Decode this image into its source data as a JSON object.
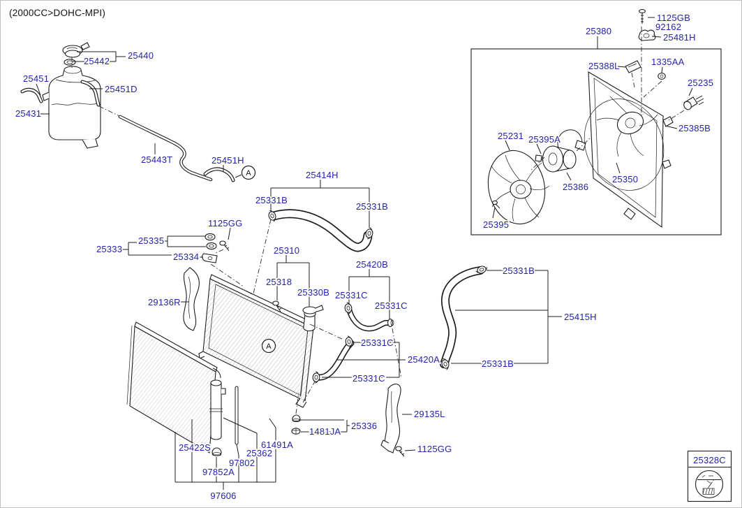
{
  "title": "(2000CC>DOHC-MPI)",
  "marker": "A",
  "colors": {
    "label_blue": "#2424aa",
    "line_black": "#1c1c1c",
    "frame_gray": "#c0c0c0"
  },
  "labels": {
    "p25440": "25440",
    "p25442": "25442",
    "p25451": "25451",
    "p25451d": "25451D",
    "p25431": "25431",
    "p25443t": "25443T",
    "p25451h": "25451H",
    "p25414h": "25414H",
    "p25331b": "25331B",
    "p1125gg": "1125GG",
    "p25335": "25335",
    "p25333": "25333",
    "p25334": "25334",
    "p25310": "25310",
    "p25318": "25318",
    "p25330b": "25330B",
    "p29136r": "29136R",
    "p25420b": "25420B",
    "p25331c": "25331C",
    "p25420a": "25420A",
    "p25415h": "25415H",
    "p25422s": "25422S",
    "p61491a": "61491A",
    "p25362": "25362",
    "p97802": "97802",
    "p97852a": "97852A",
    "p97606": "97606",
    "p1481ja": "1481JA",
    "p25336": "25336",
    "p29135l": "29135L",
    "p25380": "25380",
    "p1125gb": "1125GB",
    "p92162": "92162",
    "p25481h": "25481H",
    "p25388l": "25388L",
    "p1335aa": "1335AA",
    "p25235": "25235",
    "p25385b": "25385B",
    "p25231": "25231",
    "p25395a": "25395A",
    "p25386": "25386",
    "p25350": "25350",
    "p25395": "25395",
    "p25328c": "25328C"
  }
}
